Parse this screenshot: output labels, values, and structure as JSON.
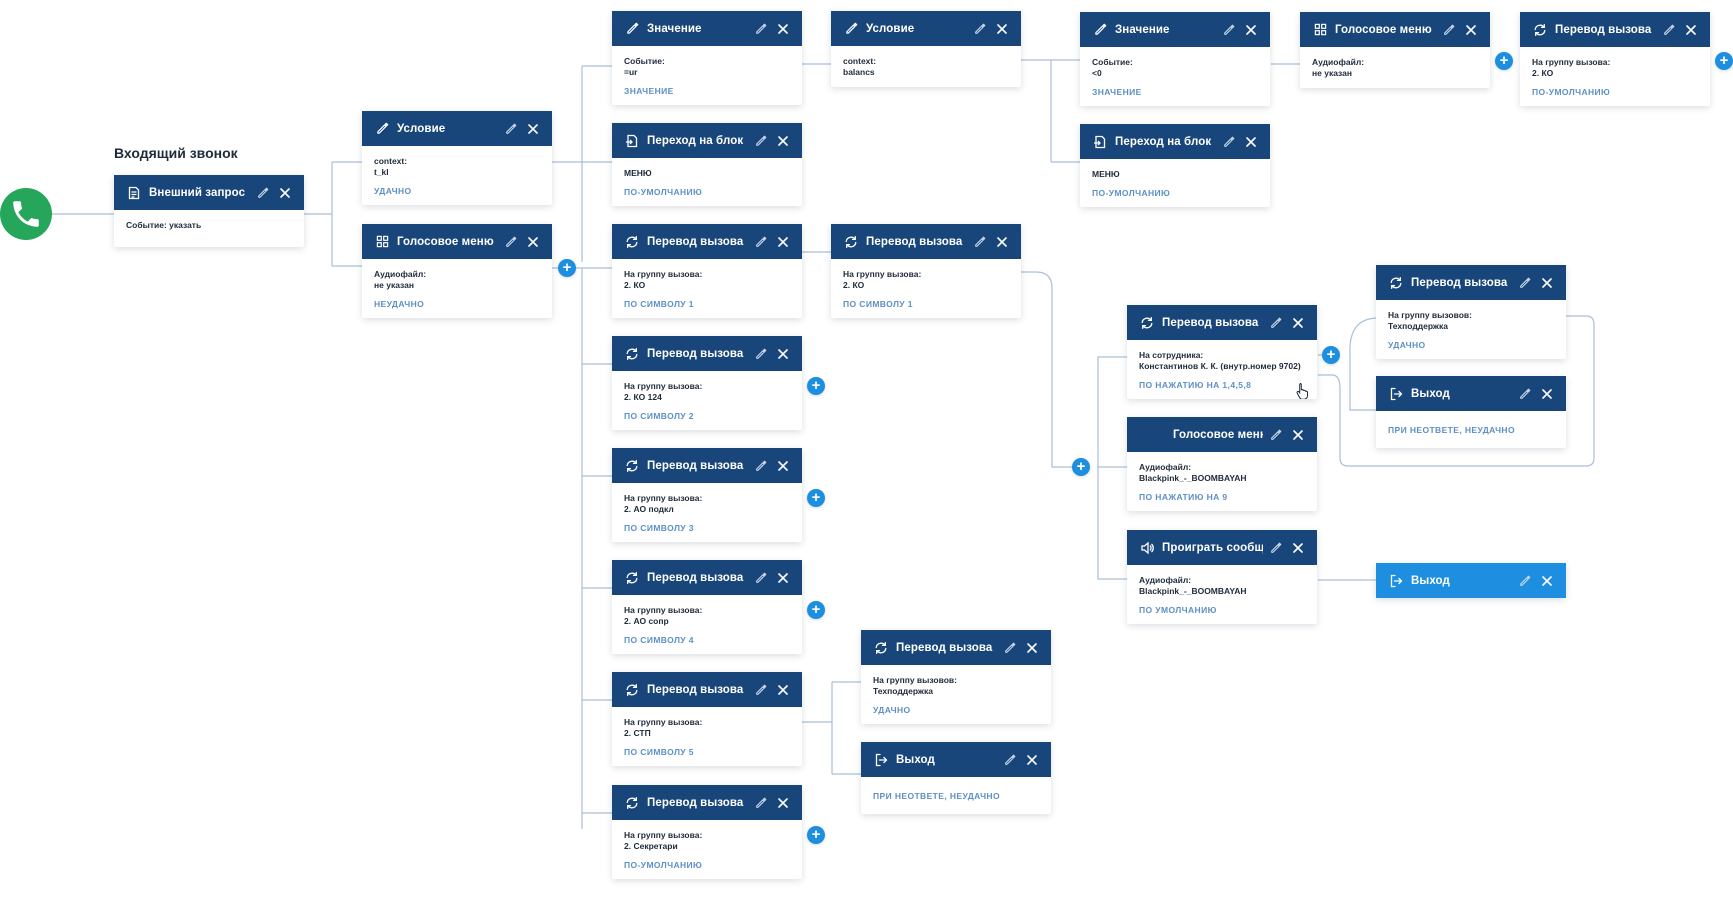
{
  "start_label": "Входящий звонок",
  "add_label": "+",
  "nodes": [
    {
      "id": "n1",
      "icon": "request-icon",
      "title": "Внешний запрос",
      "lines": [
        {
          "label": "Событие: указать"
        }
      ],
      "branch": ""
    },
    {
      "id": "n2",
      "icon": "pencil-icon",
      "title": "Условие",
      "lines": [
        {
          "label": "context:",
          "value": "t_kl"
        }
      ],
      "branch": "УДАЧНО"
    },
    {
      "id": "n3",
      "icon": "grid-icon",
      "title": "Голосовое меню",
      "lines": [
        {
          "label": "Аудиофайл:",
          "value": "не указан"
        }
      ],
      "branch": "НЕУДАЧНО"
    },
    {
      "id": "n4",
      "icon": "pencil-icon",
      "title": "Значение",
      "lines": [
        {
          "label": "Событие:",
          "value": "=ur"
        }
      ],
      "branch": "ЗНАЧЕНИЕ"
    },
    {
      "id": "n5",
      "icon": "jump-icon",
      "title": "Переход на блок",
      "lines": [
        {
          "label": "МЕНЮ"
        }
      ],
      "branch": "ПО-УМОЛЧАНИЮ"
    },
    {
      "id": "n6",
      "icon": "transfer-icon",
      "title": "Перевод вызова",
      "lines": [
        {
          "label": "На группу вызова:",
          "value": "2. КО"
        }
      ],
      "branch": "ПО СИМВОЛУ 1"
    },
    {
      "id": "n7",
      "icon": "transfer-icon",
      "title": "Перевод вызова",
      "lines": [
        {
          "label": "На группу вызова:",
          "value": "2. КО 124"
        }
      ],
      "branch": "ПО СИМВОЛУ 2"
    },
    {
      "id": "n8",
      "icon": "transfer-icon",
      "title": "Перевод вызова",
      "lines": [
        {
          "label": "На группу вызова:",
          "value": "2. АО подкл"
        }
      ],
      "branch": "ПО СИМВОЛУ 3"
    },
    {
      "id": "n9",
      "icon": "transfer-icon",
      "title": "Перевод вызова",
      "lines": [
        {
          "label": "На группу вызова:",
          "value": "2. АО сопр"
        }
      ],
      "branch": "ПО СИМВОЛУ 4"
    },
    {
      "id": "n10",
      "icon": "transfer-icon",
      "title": "Перевод вызова",
      "lines": [
        {
          "label": "На группу вызова:",
          "value": "2. СТП"
        }
      ],
      "branch": "ПО СИМВОЛУ 5"
    },
    {
      "id": "n11",
      "icon": "transfer-icon",
      "title": "Перевод вызова",
      "lines": [
        {
          "label": "На группу вызова:",
          "value": "2. Секретари"
        }
      ],
      "branch": "ПО-УМОЛЧАНИЮ"
    },
    {
      "id": "n12",
      "icon": "pencil-icon",
      "title": "Условие",
      "lines": [
        {
          "label": "context:",
          "value": "balancs"
        }
      ],
      "branch": ""
    },
    {
      "id": "n13",
      "icon": "transfer-icon",
      "title": "Перевод вызова",
      "lines": [
        {
          "label": "На группу вызова:",
          "value": "2. КО"
        }
      ],
      "branch": "ПО СИМВОЛУ 1"
    },
    {
      "id": "n14",
      "icon": "transfer-icon",
      "title": "Перевод вызова",
      "lines": [
        {
          "label": "На группу вызовов:",
          "value": "Техподдержка"
        }
      ],
      "branch": "УДАЧНО"
    },
    {
      "id": "n15",
      "icon": "exit-icon",
      "title": "Выход",
      "lines": [],
      "branch": "ПРИ НЕОТВЕТЕ, НЕУДАЧНО"
    },
    {
      "id": "n16",
      "icon": "pencil-icon",
      "title": "Значение",
      "lines": [
        {
          "label": "Событие:",
          "value": "<0"
        }
      ],
      "branch": "ЗНАЧЕНИЕ"
    },
    {
      "id": "n17",
      "icon": "jump-icon",
      "title": "Переход на блок",
      "lines": [
        {
          "label": "МЕНЮ"
        }
      ],
      "branch": "ПО-УМОЛЧАНИЮ"
    },
    {
      "id": "n18",
      "icon": "grid-icon",
      "title": "Голосовое меню",
      "lines": [
        {
          "label": "Аудиофайл:",
          "value": "не указан"
        }
      ],
      "branch": ""
    },
    {
      "id": "n19",
      "icon": "transfer-icon",
      "title": "Перевод вызова",
      "lines": [
        {
          "label": "На группу вызова:",
          "value": "2. КО"
        }
      ],
      "branch": "ПО-УМОЛЧАНИЮ"
    },
    {
      "id": "n20",
      "icon": "transfer-icon",
      "title": "Перевод вызова",
      "lines": [
        {
          "label": "На сотрудника:",
          "value": "Константинов К. К. (внутр.номер 9702)"
        }
      ],
      "branch": "ПО НАЖАТИЮ НА 1,4,5,8"
    },
    {
      "id": "n21",
      "icon": "",
      "title": "Голосовое меню",
      "lines": [
        {
          "label": "Аудиофайл:",
          "value": "Blackpink_-_BOOMBAYAH"
        }
      ],
      "branch": "ПО НАЖАТИЮ НА 9"
    },
    {
      "id": "n22",
      "icon": "speaker-icon",
      "title": "Проиграть сообщение",
      "lines": [
        {
          "label": "Аудиофайл:",
          "value": "Blackpink_-_BOOMBAYAH"
        }
      ],
      "branch": "ПО УМОЛЧАНИЮ"
    },
    {
      "id": "n23",
      "icon": "transfer-icon",
      "title": "Перевод вызова",
      "lines": [
        {
          "label": "На группу вызовов:",
          "value": "Техподдержка"
        }
      ],
      "branch": "УДАЧНО"
    },
    {
      "id": "n24",
      "icon": "exit-icon",
      "title": "Выход",
      "lines": [],
      "branch": "ПРИ НЕОТВЕТЕ, НЕУДАЧНО"
    },
    {
      "id": "n25",
      "icon": "exit-icon",
      "title": "Выход",
      "lines": [],
      "branch": "",
      "active": true
    }
  ]
}
